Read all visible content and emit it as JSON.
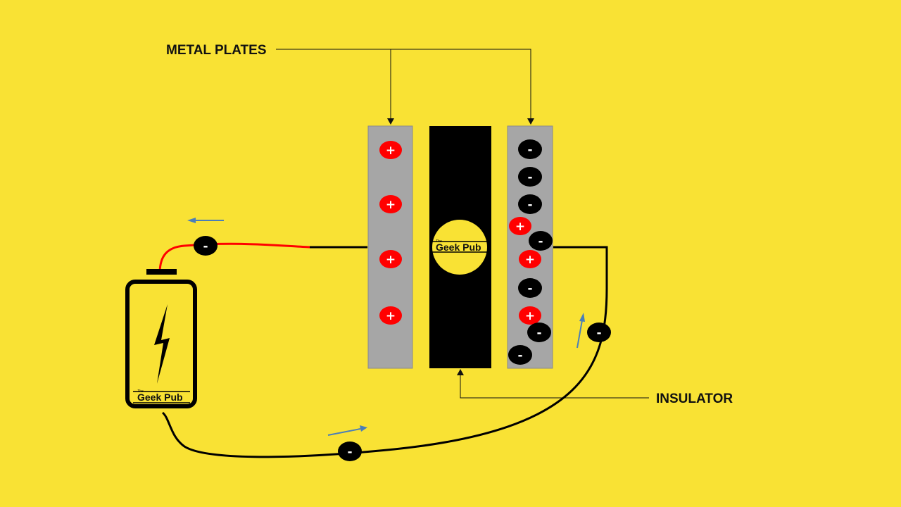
{
  "labels": {
    "metal_plates": "METAL PLATES",
    "insulator": "INSULATOR"
  },
  "logo": {
    "small": "The",
    "name": "Geek Pub"
  },
  "charge_symbols": {
    "positive": "+",
    "negative": "-"
  },
  "colors": {
    "background": "#f9e234",
    "plate": "#a6a6a6",
    "insulator": "#000000",
    "positive_charge": "#ff0000",
    "negative_charge": "#000000",
    "wire_positive": "#ff0000",
    "wire": "#000000",
    "flow_arrow": "#4a7eb8"
  }
}
